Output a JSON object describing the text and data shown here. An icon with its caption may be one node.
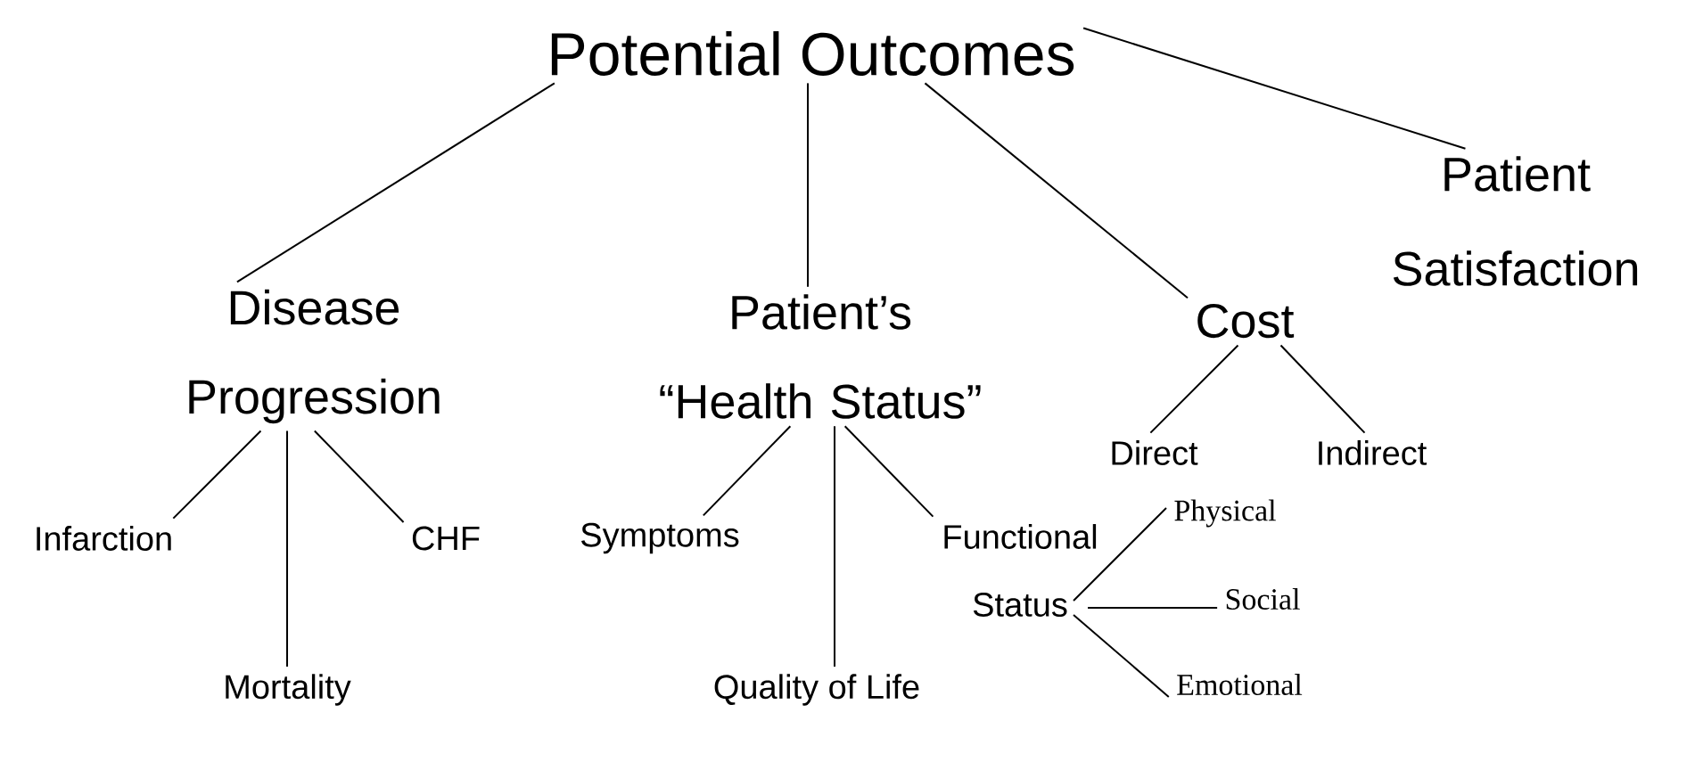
{
  "diagram": {
    "nodes": [
      {
        "text": [
          "Potential Outcomes"
        ]
      },
      {
        "text": [
          "Disease Progression"
        ]
      },
      {
        "text": [
          "Patient’s “Health Status”"
        ]
      },
      {
        "text": [
          "Cost"
        ]
      },
      {
        "text": [
          "Patient Satisfaction"
        ]
      },
      {
        "text": [
          "Direct"
        ]
      },
      {
        "text": [
          "Indirect"
        ]
      },
      {
        "text": [
          "Infarction"
        ]
      },
      {
        "text": [
          "Mortality"
        ]
      },
      {
        "text": [
          "CHF"
        ]
      },
      {
        "text": [
          "Symptoms"
        ]
      },
      {
        "text": [
          "Quality of Life"
        ]
      },
      {
        "text": [
          "Functional Status"
        ]
      },
      {
        "text": [
          "Physical"
        ]
      },
      {
        "text": [
          "Social"
        ]
      },
      {
        "text": [
          "Emotional"
        ]
      }
    ],
    "edges": [
      {
        "from": 0,
        "to": 1,
        "arrow": "none"
      },
      {
        "from": 0,
        "to": 2,
        "arrow": "none"
      },
      {
        "from": 0,
        "to": 3,
        "arrow": "none"
      },
      {
        "from": 0,
        "to": 4,
        "arrow": "none"
      },
      {
        "from": 1,
        "to": 7,
        "arrow": "none"
      },
      {
        "from": 1,
        "to": 8,
        "arrow": "none"
      },
      {
        "from": 1,
        "to": 9,
        "arrow": "none"
      },
      {
        "from": 2,
        "to": 10,
        "arrow": "none"
      },
      {
        "from": 2,
        "to": 11,
        "arrow": "none"
      },
      {
        "from": 2,
        "to": 12,
        "arrow": "none"
      },
      {
        "from": 3,
        "to": 5,
        "arrow": "none"
      },
      {
        "from": 3,
        "to": 6,
        "arrow": "none"
      },
      {
        "from": 12,
        "to": 13,
        "arrow": "none"
      },
      {
        "from": 12,
        "to": 14,
        "arrow": "none"
      },
      {
        "from": 12,
        "to": 15,
        "arrow": "none"
      }
    ]
  }
}
